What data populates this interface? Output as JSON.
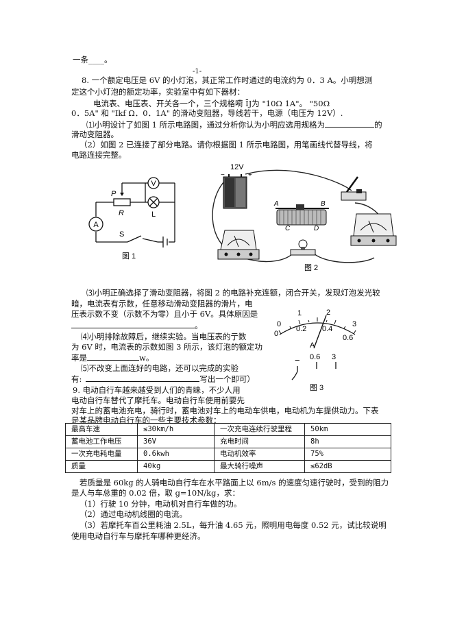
{
  "lines": {
    "l0": "一条____。",
    "page_no": "-1-",
    "q8_1": "8. 一个额定电压是 6V 的小灯泡，其正常工作时通过的电流约为 0．3 A。小明想测",
    "q8_2": "定这个小灯泡的额定功率，实验室中有如下器材：",
    "q8_3": "电流表、电压表、开关各一个，三个规格嗬 ĪJ为 \"10Ω 1A\"。  \"50Ω",
    "q8_4": "0．5A\" 和 \"Ikf Ω．0．1A\" 的滑动变阻器，导线若干，电源（电压为 12V）.",
    "q8_5a": "⑴小明设计了如图 1 所示电路图，通过分析你认为小明应选用规格为",
    "q8_5b": "的",
    "q8_6": "滑动变阻器。",
    "q8_7": "（2）如图 2 已连接了部分电路。请你根据图 1 所示电路图，用笔画线代替导线，将",
    "q8_8": "电路连接完整。",
    "q8_9": "⑶小明正确选择了滑动变阻器，将图 2 的电路补充连额，闭合开关，发现灯泡发光较",
    "q8_10": "暗，电流表有示数，任意移动滑动变阻器的滑片，电",
    "q8_11": "压表示数不变（示数不为零）且小于 6V。具体原因是",
    "q8_12": "。",
    "q8_13": "⑷小明排除故障后，继续实验。当电压表的亍数",
    "q8_14": "为 6V 时，电流表的示数如图 3 所示，该灯泡的额定功",
    "q8_15": "率是",
    "q8_15b": "w。",
    "q8_16": "⑸不改变上面连好的电路，还可以完成的实验",
    "q8_17a": "有:",
    "q8_17b": "写出一个即可）",
    "q9_1": "9. 电动自行车越来越受到人们的青睐，不少人用",
    "q9_2": "电动自行车替代了摩托车。电动自行车使用前要先",
    "q9_3": "对车上的蓄电池充电，骑行时，蓄电池对车上的电动车供电，电动机为车提供动力。下表",
    "q9_4": "是某品牌电动自行车的一些主要技术参数：",
    "q9_5": "若质量是 60kg 的人骑电动自行车在水平路面上以 6m/s 的速度匀速行驶时，受到的阻力",
    "q9_6": "是人与车总重的 0.02 倍，取 g=10N/kg，求：",
    "q9_7": "（1）行驶 10 分钟，电动机对自行车做的功。",
    "q9_8": "（2）通过电动机线圈的电流。",
    "q9_9": "（3）若摩托车百公里耗油 2.5L，每升油 4.65 元，照明用电每度 0.52 元，试比较说明",
    "q9_10": "使用电动自行车与摩托车哪种更经济。"
  },
  "table": {
    "rows": [
      [
        "最高车速",
        "≤30km/h",
        "一次充电连续行驶里程",
        "50km"
      ],
      [
        "蓄电池工作电压",
        "36V",
        "充电时间",
        "8h"
      ],
      [
        "一次充电耗电量",
        "0.6kwh",
        "电动机效率",
        "75%"
      ],
      [
        "质量",
        "40kg",
        "最大骑行噪声",
        "≤62dB"
      ]
    ]
  },
  "figures": {
    "fig1_caption": "图 1",
    "fig2_caption": "图 2",
    "fig3_caption": "图 3",
    "fig1_labels": {
      "V": "V",
      "A": "A",
      "P": "P",
      "R": "R",
      "L": "L",
      "S": "S"
    },
    "fig2_labels": {
      "voltage": "12V",
      "minus": "−",
      "plus": "+",
      "A": "A",
      "B": "B",
      "C": "C",
      "D": "D"
    },
    "fig3_scale_top": [
      "0",
      "1",
      "2",
      "3"
    ],
    "fig3_scale_bottom": [
      "0",
      "0.2",
      "0.4",
      "0.6"
    ],
    "fig3_unit": "A",
    "fig3_terminals": [
      "−",
      "0.6",
      "3"
    ]
  }
}
